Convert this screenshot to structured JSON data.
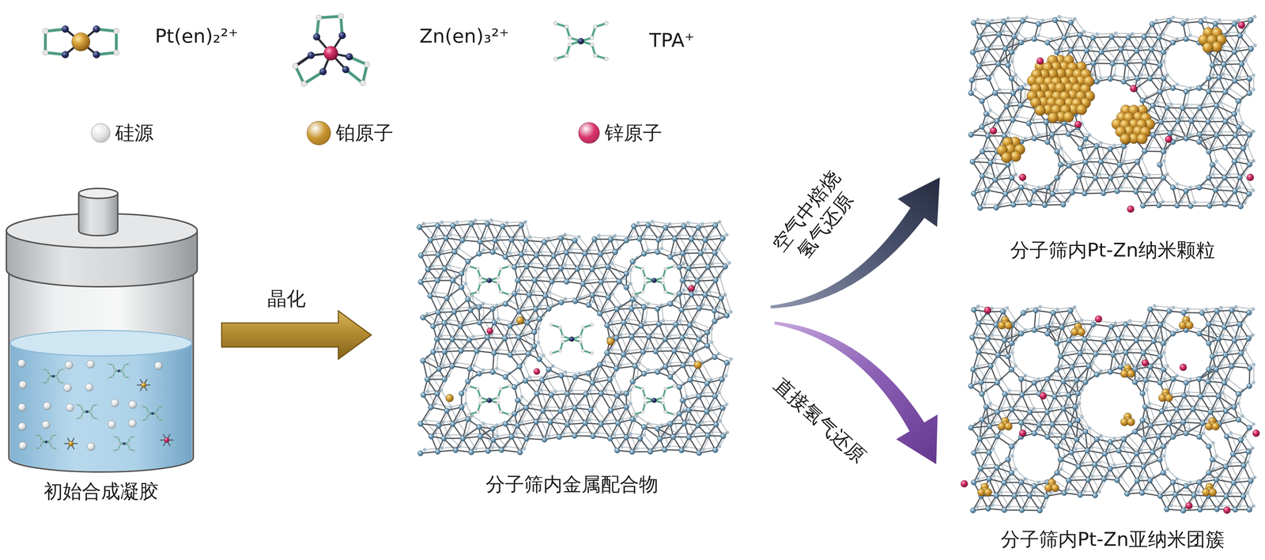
{
  "diagram": {
    "nodes": [
      {
        "text": [
          "初始合成凝胶"
        ]
      },
      {
        "text": [
          "分子筛内金属配合物"
        ]
      },
      {
        "text": [
          "分子筛内Pt-Zn纳米颗粒"
        ]
      },
      {
        "text": [
          "分子筛内Pt-Zn亚纳米团簇"
        ]
      }
    ],
    "edges": [
      {
        "from": 0,
        "to": 1,
        "arrow": "to",
        "label": "晶化"
      },
      {
        "from": 1,
        "to": 2,
        "arrow": "to",
        "label": "空气中焙烧 氢气还原"
      },
      {
        "from": 1,
        "to": 3,
        "arrow": "to",
        "label": "直接氢气还原"
      }
    ],
    "legend": [
      {
        "text": "Pt(en)₂²⁺"
      },
      {
        "text": "Zn(en)₃²⁺"
      },
      {
        "text": "TPA⁺"
      },
      {
        "text": "硅源",
        "color": "#e4e6e8"
      },
      {
        "text": "铂原子",
        "color": "#c8942e"
      },
      {
        "text": "锌原子",
        "color": "#d8336a"
      }
    ]
  }
}
